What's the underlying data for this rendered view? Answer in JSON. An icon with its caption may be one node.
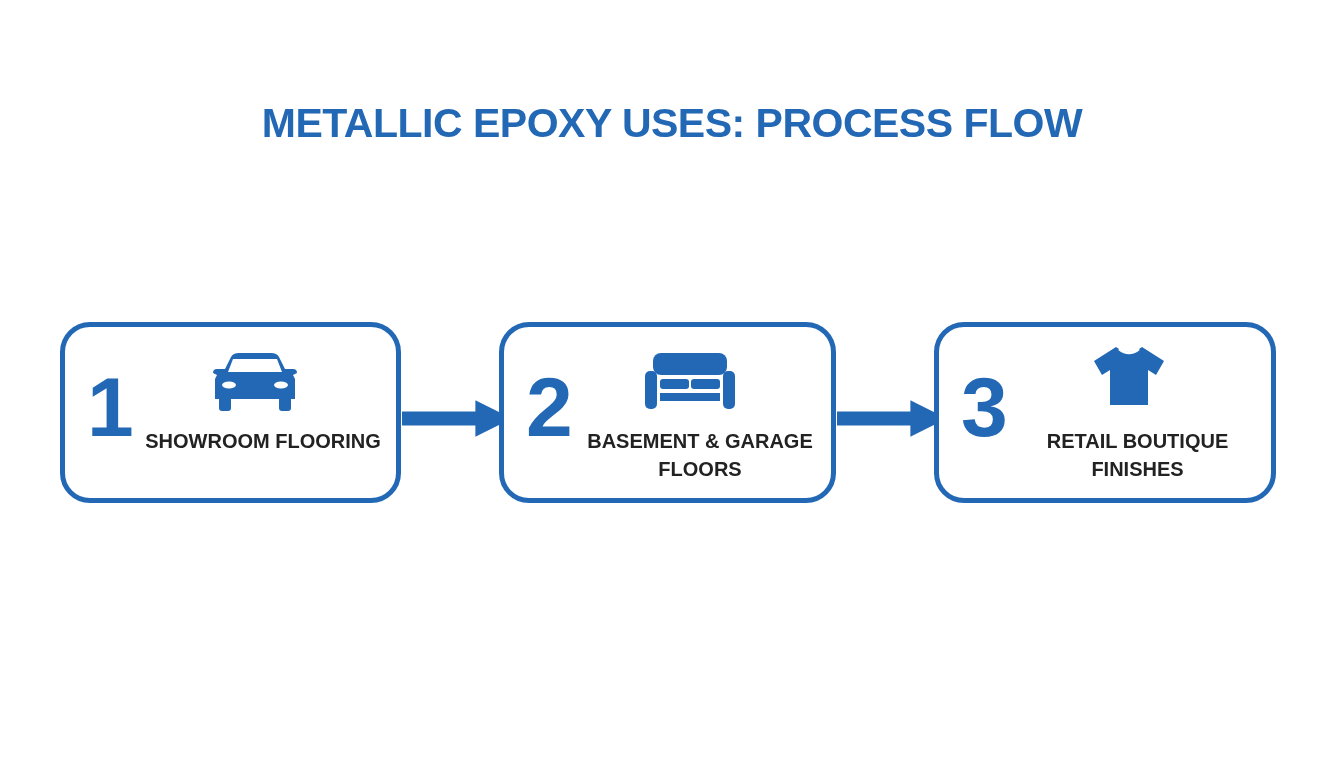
{
  "diagram": {
    "title": "METALLIC EPOXY USES: PROCESS FLOW",
    "nodes": [
      {
        "text": [
          "1",
          "SHOWROOM FLOORING"
        ]
      },
      {
        "text": [
          "2",
          "BASEMENT & GARAGE FLOORS"
        ]
      },
      {
        "text": [
          "3",
          "RETAIL BOUTIQUE FINISHES"
        ]
      }
    ],
    "edges": [
      {
        "from": 0,
        "to": 1,
        "arrow": "to"
      },
      {
        "from": 1,
        "to": 2,
        "arrow": "to"
      }
    ]
  }
}
